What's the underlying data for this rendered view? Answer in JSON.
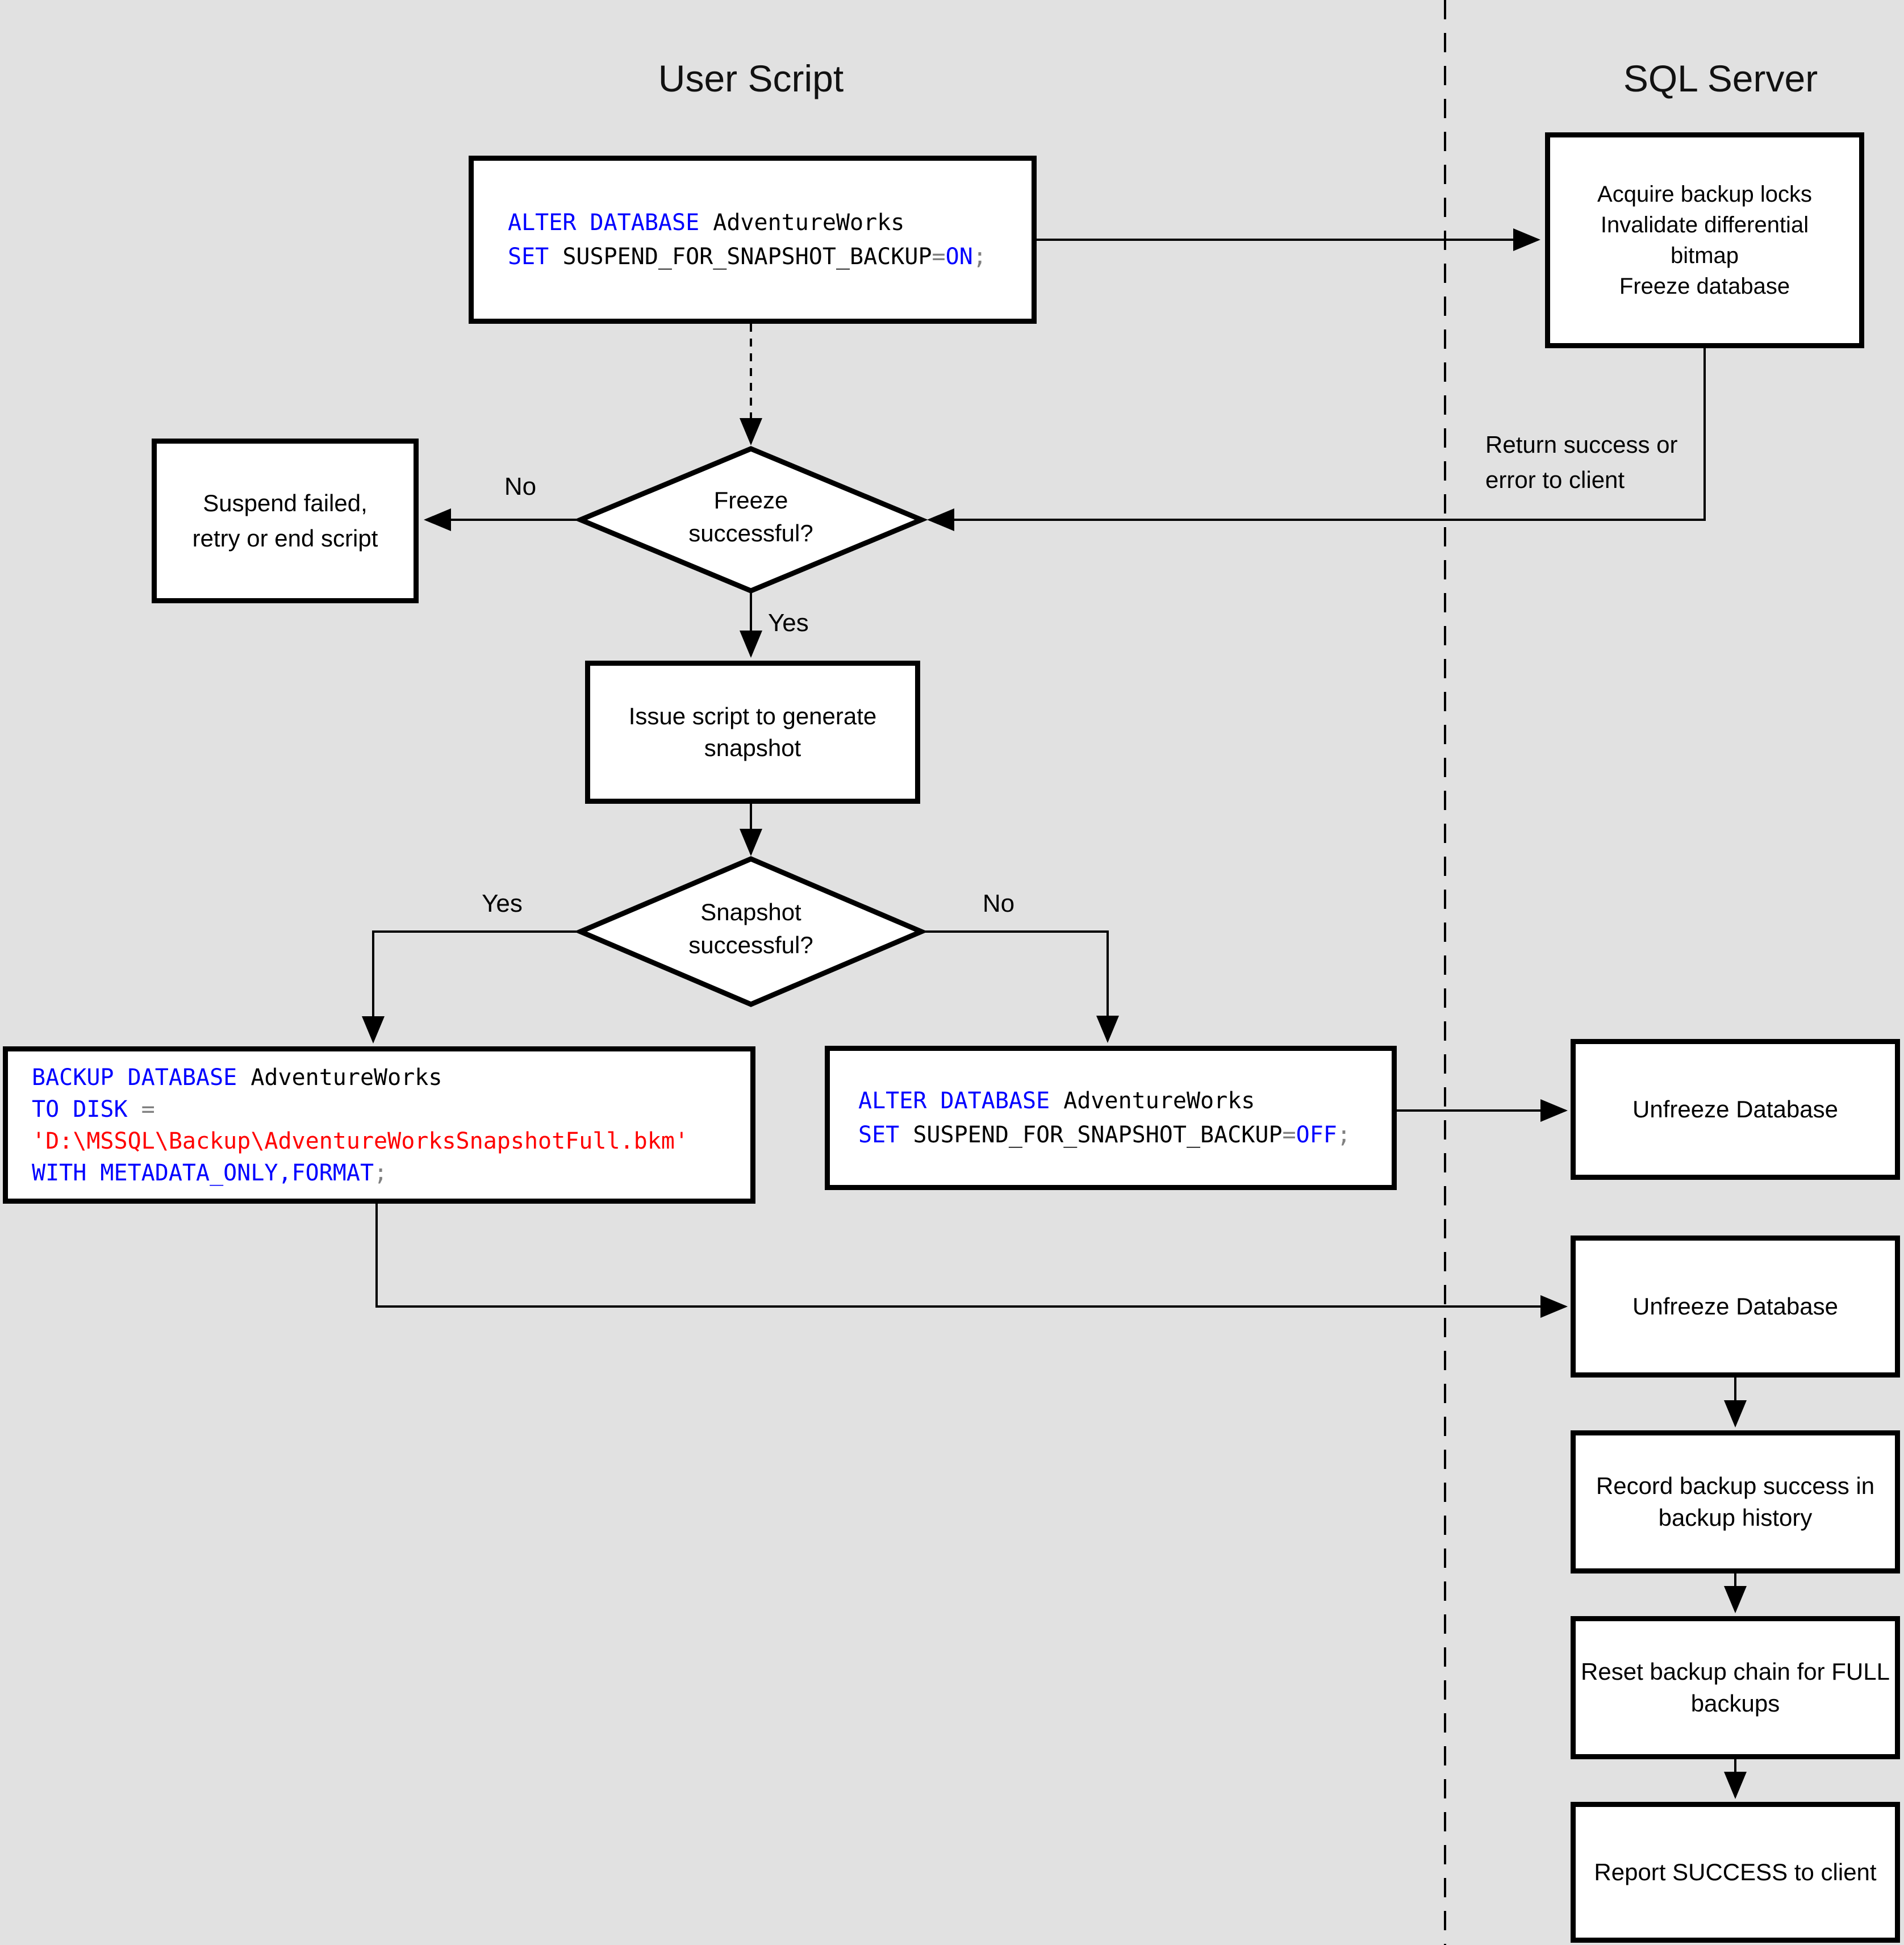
{
  "titles": {
    "left": "User Script",
    "right": "SQL Server"
  },
  "palette": {
    "background": "#E1E1E1",
    "box_fill": "#FFFFFF",
    "line": "#000000",
    "sql_keyword": "#0000FF",
    "sql_string": "#FF0000",
    "sql_operator": "#808080",
    "sql_identifier": "#000000"
  },
  "code": {
    "alter_on": {
      "t1": "ALTER DATABASE",
      "t2": " AdventureWorks",
      "t3": "SET",
      "t4": " SUSPEND_FOR_SNAPSHOT_BACKUP",
      "t5": "=",
      "t6": "ON",
      "t7": ";"
    },
    "backup": {
      "t1": "BACKUP DATABASE",
      "t2": " AdventureWorks",
      "t3": "TO DISK",
      "t4": " =",
      "t5": "'D:\\MSSQL\\Backup\\AdventureWorksSnapshotFull.bkm'",
      "t6": "WITH METADATA_ONLY,FORMAT",
      "t7": ";"
    },
    "alter_off": {
      "t1": "ALTER DATABASE",
      "t2": " AdventureWorks",
      "t3": "SET",
      "t4": " SUSPEND_FOR_SNAPSHOT_BACKUP",
      "t5": "=",
      "t6": "OFF",
      "t7": ";"
    }
  },
  "nodes": {
    "acquire": {
      "lines": [
        "Acquire backup locks",
        "Invalidate differential",
        "bitmap",
        "Freeze database"
      ]
    },
    "suspend_failed": {
      "lines": [
        "Suspend failed,",
        "retry or end script"
      ]
    },
    "freeze_decision": {
      "lines": [
        "Freeze",
        "successful?"
      ]
    },
    "issue_script": {
      "lines": [
        "Issue script to generate",
        "snapshot"
      ]
    },
    "snapshot_decision": {
      "lines": [
        "Snapshot",
        "successful?"
      ]
    },
    "unfreeze1": {
      "lines": [
        "Unfreeze Database"
      ]
    },
    "unfreeze2": {
      "lines": [
        "Unfreeze Database"
      ]
    },
    "record": {
      "lines": [
        "Record backup success in",
        "backup history"
      ]
    },
    "reset": {
      "lines": [
        "Reset backup chain for FULL",
        "backups"
      ]
    },
    "report": {
      "lines": [
        "Report SUCCESS to client"
      ]
    }
  },
  "labels": {
    "return_note_l1": "Return success or",
    "return_note_l2": "error to client",
    "freeze_no": "No",
    "freeze_yes": "Yes",
    "snapshot_yes": "Yes",
    "snapshot_no": "No"
  }
}
